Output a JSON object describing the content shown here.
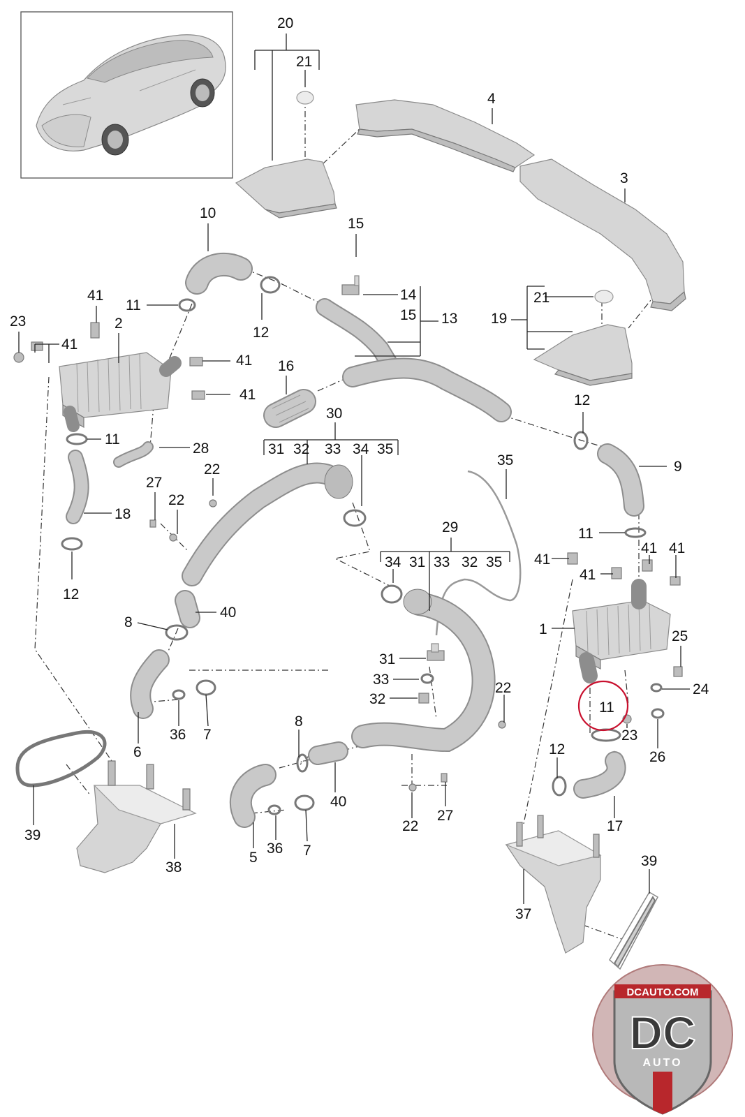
{
  "callouts": [
    {
      "id": "c20",
      "text": "20"
    },
    {
      "id": "c21a",
      "text": "21"
    },
    {
      "id": "c4",
      "text": "4"
    },
    {
      "id": "c3",
      "text": "3"
    },
    {
      "id": "c10",
      "text": "10"
    },
    {
      "id": "c15a",
      "text": "15"
    },
    {
      "id": "c14",
      "text": "14"
    },
    {
      "id": "c15b",
      "text": "15"
    },
    {
      "id": "c13",
      "text": "13"
    },
    {
      "id": "c21b",
      "text": "21"
    },
    {
      "id": "c19",
      "text": "19"
    },
    {
      "id": "c41a",
      "text": "41"
    },
    {
      "id": "c11a",
      "text": "11"
    },
    {
      "id": "c12a",
      "text": "12"
    },
    {
      "id": "c23a",
      "text": "23"
    },
    {
      "id": "c41b",
      "text": "41"
    },
    {
      "id": "c2",
      "text": "2"
    },
    {
      "id": "c41c",
      "text": "41"
    },
    {
      "id": "c41d",
      "text": "41"
    },
    {
      "id": "c16",
      "text": "16"
    },
    {
      "id": "c12b",
      "text": "12"
    },
    {
      "id": "c11b",
      "text": "11"
    },
    {
      "id": "c28",
      "text": "28"
    },
    {
      "id": "c30",
      "text": "30"
    },
    {
      "id": "c31a",
      "text": "31"
    },
    {
      "id": "c32a",
      "text": "32"
    },
    {
      "id": "c33a",
      "text": "33"
    },
    {
      "id": "c34a",
      "text": "34"
    },
    {
      "id": "c35a",
      "text": "35"
    },
    {
      "id": "c22a",
      "text": "22"
    },
    {
      "id": "c27a",
      "text": "27"
    },
    {
      "id": "c22b",
      "text": "22"
    },
    {
      "id": "c18",
      "text": "18"
    },
    {
      "id": "c12c",
      "text": "12"
    },
    {
      "id": "c35b",
      "text": "35"
    },
    {
      "id": "c9",
      "text": "9"
    },
    {
      "id": "c29",
      "text": "29"
    },
    {
      "id": "c34b",
      "text": "34"
    },
    {
      "id": "c31b",
      "text": "31"
    },
    {
      "id": "c33b",
      "text": "33"
    },
    {
      "id": "c32b",
      "text": "32"
    },
    {
      "id": "c35c",
      "text": "35"
    },
    {
      "id": "c11c",
      "text": "11"
    },
    {
      "id": "c41e",
      "text": "41"
    },
    {
      "id": "c41f",
      "text": "41"
    },
    {
      "id": "c41g",
      "text": "41"
    },
    {
      "id": "c41h",
      "text": "41"
    },
    {
      "id": "c40a",
      "text": "40"
    },
    {
      "id": "c8a",
      "text": "8"
    },
    {
      "id": "c1",
      "text": "1"
    },
    {
      "id": "c25",
      "text": "25"
    },
    {
      "id": "c31c",
      "text": "31"
    },
    {
      "id": "c33c",
      "text": "33"
    },
    {
      "id": "c32c",
      "text": "32"
    },
    {
      "id": "c22c",
      "text": "22"
    },
    {
      "id": "c24",
      "text": "24"
    },
    {
      "id": "c11d",
      "text": "11"
    },
    {
      "id": "c23b",
      "text": "23"
    },
    {
      "id": "c26",
      "text": "26"
    },
    {
      "id": "c36a",
      "text": "36"
    },
    {
      "id": "c7a",
      "text": "7"
    },
    {
      "id": "c6",
      "text": "6"
    },
    {
      "id": "c8b",
      "text": "8"
    },
    {
      "id": "c40b",
      "text": "40"
    },
    {
      "id": "c12d",
      "text": "12"
    },
    {
      "id": "c17",
      "text": "17"
    },
    {
      "id": "c39a",
      "text": "39"
    },
    {
      "id": "c38",
      "text": "38"
    },
    {
      "id": "c5",
      "text": "5"
    },
    {
      "id": "c36b",
      "text": "36"
    },
    {
      "id": "c7b",
      "text": "7"
    },
    {
      "id": "c22d",
      "text": "22"
    },
    {
      "id": "c27b",
      "text": "27"
    },
    {
      "id": "c39b",
      "text": "39"
    },
    {
      "id": "c37",
      "text": "37"
    }
  ],
  "highlighted_callout": "11",
  "highlight_color": "#c8102e",
  "watermark": {
    "domain": "DCAUTO.COM",
    "initials": "DC",
    "word": "AUTO",
    "colors": {
      "shield": "#b0b0b0",
      "red": "#b8272c",
      "dark": "#3a3a3a"
    }
  }
}
